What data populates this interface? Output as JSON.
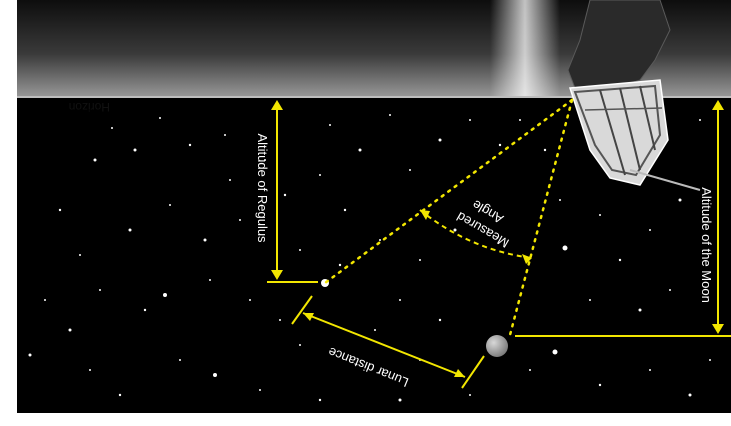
{
  "labels": {
    "horizon": "Horizon",
    "altitude_regulus": "Altitude of Regulus",
    "measured_angle_line1": "Measured",
    "measured_angle_line2": "Angle",
    "altitude_moon": "Altitude of the Moon",
    "lunar_distance": "Lunar distance"
  },
  "colors": {
    "sky": "#000000",
    "ground_top": "#111111",
    "ground_bottom": "#8a8a8a",
    "accent": "#f2e600",
    "star": "#ffffff",
    "moon": "#9a9a9a"
  },
  "image_mirrored_horizontally": true
}
